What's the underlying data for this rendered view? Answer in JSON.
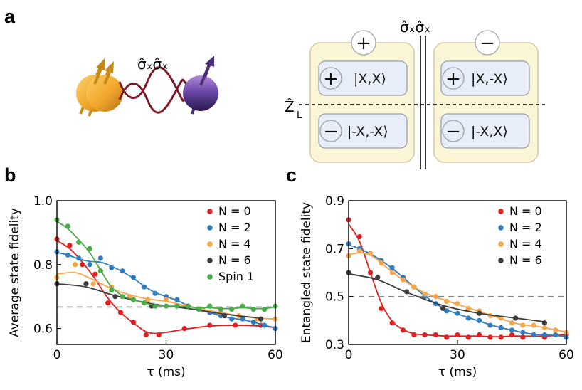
{
  "panels": {
    "a": "a",
    "b": "b",
    "c": "c"
  },
  "diagram": {
    "coupling_operator": "σ̂ₓσ̂ₓ",
    "plus_sign": "+",
    "minus_sign": "−",
    "z_label": "Ẑ",
    "z_subscript": "L",
    "left_box": {
      "header_sign": "+",
      "top_ket": "|X,X⟩",
      "top_sign": "+",
      "bottom_ket": "|-X,-X⟩",
      "bottom_sign": "−"
    },
    "right_box": {
      "header_sign": "−",
      "top_ket": "|X,-X⟩",
      "top_sign": "+",
      "bottom_ket": "|-X,X⟩",
      "bottom_sign": "−"
    },
    "colors": {
      "box_fill": "#fbf6d8",
      "box_stroke": "#d2caa0",
      "inner_fill": "#e7eefa",
      "inner_stroke": "#9aa0aa",
      "spin_orange": "#f0a52a",
      "spin_purple": "#4a2f78",
      "helix": "#7a1a28"
    }
  },
  "chart_data": [
    {
      "type": "scatter",
      "panel": "b",
      "xlabel": "τ (ms)",
      "ylabel": "Average state fidelity",
      "xlim": [
        0,
        60
      ],
      "ylim": [
        0.55,
        1.0
      ],
      "xticks": [
        "0",
        "30",
        "60"
      ],
      "yticks": [
        "0.6",
        "0.8",
        "1.0"
      ],
      "reference_line": 0.667,
      "legend_position": "top-right",
      "series": [
        {
          "name": "N = 0",
          "color": "#e02020",
          "x": [
            0,
            3.5,
            7,
            10.5,
            14,
            17.5,
            21,
            24.5,
            28,
            35,
            42,
            49,
            56,
            60
          ],
          "y": [
            0.88,
            0.86,
            0.8,
            0.77,
            0.68,
            0.65,
            0.62,
            0.58,
            0.58,
            0.6,
            0.61,
            0.61,
            0.61,
            0.6
          ]
        },
        {
          "name": "N = 2",
          "color": "#2f7dc0",
          "x": [
            0,
            3,
            6,
            9,
            12,
            15,
            18,
            21,
            24,
            27,
            30,
            33,
            36,
            39,
            42,
            45,
            48,
            51,
            54,
            57,
            60
          ],
          "y": [
            0.84,
            0.83,
            0.82,
            0.8,
            0.82,
            0.79,
            0.78,
            0.76,
            0.73,
            0.71,
            0.7,
            0.69,
            0.67,
            0.66,
            0.65,
            0.64,
            0.63,
            0.63,
            0.62,
            0.61,
            0.6
          ]
        },
        {
          "name": "N = 4",
          "color": "#f5a54a",
          "x": [
            0,
            5,
            10,
            15,
            20,
            25,
            30,
            35,
            40,
            45,
            50,
            55,
            60
          ],
          "y": [
            0.76,
            0.8,
            0.74,
            0.73,
            0.7,
            0.69,
            0.69,
            0.67,
            0.66,
            0.65,
            0.64,
            0.63,
            0.63
          ]
        },
        {
          "name": "N = 6",
          "color": "#3c3c3c",
          "x": [
            0,
            8,
            16,
            26,
            36,
            46,
            56
          ],
          "y": [
            0.74,
            0.74,
            0.7,
            0.67,
            0.67,
            0.64,
            0.63
          ]
        },
        {
          "name": "Spin 1",
          "color": "#4aac48",
          "x": [
            0,
            3,
            6,
            9,
            12,
            15,
            18,
            21,
            24,
            27,
            30,
            33,
            36,
            39,
            42,
            45,
            48,
            51,
            54,
            57,
            60
          ],
          "y": [
            0.94,
            0.92,
            0.87,
            0.85,
            0.78,
            0.72,
            0.7,
            0.69,
            0.68,
            0.67,
            0.67,
            0.67,
            0.67,
            0.66,
            0.67,
            0.66,
            0.66,
            0.67,
            0.66,
            0.66,
            0.67
          ]
        }
      ]
    },
    {
      "type": "scatter",
      "panel": "c",
      "xlabel": "τ (ms)",
      "ylabel": "Entangled state fidelity",
      "xlim": [
        0,
        60
      ],
      "ylim": [
        0.3,
        0.9
      ],
      "xticks": [
        "0",
        "30",
        "60"
      ],
      "yticks": [
        "0.3",
        "0.5",
        "0.7",
        "0.9"
      ],
      "reference_line": 0.5,
      "legend_position": "top-right",
      "series": [
        {
          "name": "N = 0",
          "color": "#e02020",
          "x": [
            0,
            3,
            6,
            9,
            12,
            15,
            18,
            21,
            24,
            27,
            30,
            33,
            36,
            39,
            42,
            45,
            48,
            51,
            54,
            57,
            60
          ],
          "y": [
            0.82,
            0.75,
            0.6,
            0.45,
            0.39,
            0.36,
            0.34,
            0.34,
            0.34,
            0.33,
            0.34,
            0.33,
            0.34,
            0.33,
            0.33,
            0.34,
            0.33,
            0.34,
            0.33,
            0.34,
            0.34
          ]
        },
        {
          "name": "N = 2",
          "color": "#2f7dc0",
          "x": [
            0,
            3,
            6,
            9,
            12,
            15,
            18,
            21,
            24,
            27,
            30,
            33,
            36,
            39,
            42,
            45,
            48,
            51,
            54,
            57,
            60
          ],
          "y": [
            0.72,
            0.7,
            0.68,
            0.65,
            0.62,
            0.58,
            0.54,
            0.5,
            0.47,
            0.44,
            0.43,
            0.41,
            0.4,
            0.38,
            0.37,
            0.36,
            0.35,
            0.34,
            0.34,
            0.34,
            0.33
          ]
        },
        {
          "name": "N = 4",
          "color": "#f5a54a",
          "x": [
            0,
            3,
            6,
            9,
            12,
            15,
            18,
            21,
            24,
            27,
            30,
            33,
            36,
            39,
            42,
            45,
            48,
            51,
            54,
            57,
            60
          ],
          "y": [
            0.67,
            0.69,
            0.68,
            0.64,
            0.6,
            0.57,
            0.54,
            0.51,
            0.5,
            0.48,
            0.47,
            0.45,
            0.44,
            0.42,
            0.41,
            0.39,
            0.38,
            0.38,
            0.37,
            0.36,
            0.35
          ]
        },
        {
          "name": "N = 6",
          "color": "#3c3c3c",
          "x": [
            0,
            8,
            16,
            26,
            36,
            46,
            54
          ],
          "y": [
            0.6,
            0.58,
            0.52,
            0.45,
            0.43,
            0.41,
            0.39
          ]
        }
      ]
    }
  ]
}
